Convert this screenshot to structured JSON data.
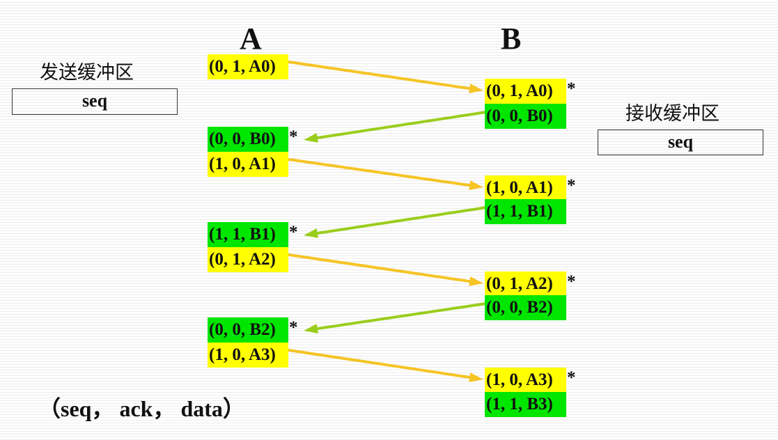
{
  "colors": {
    "seq_yellow": "#ffff00",
    "ack_green": "#00e600",
    "arrow_orange": "#f5c425",
    "arrow_lime": "#9acd1c"
  },
  "columns": {
    "a_title": "A",
    "b_title": "B"
  },
  "send_buffer": {
    "title": "发送缓冲区",
    "value": "seq"
  },
  "recv_buffer": {
    "title": "接收缓冲区",
    "value": "seq"
  },
  "a_frames": [
    {
      "text": "(0, 1, A0)",
      "kind": "data",
      "marked": false
    },
    {
      "text": "(0, 0, B0)",
      "kind": "ack",
      "marked": true
    },
    {
      "text": "(1, 0, A1)",
      "kind": "data",
      "marked": false
    },
    {
      "text": "(1, 1, B1)",
      "kind": "ack",
      "marked": true
    },
    {
      "text": "(0, 1, A2)",
      "kind": "data",
      "marked": false
    },
    {
      "text": "(0, 0, B2)",
      "kind": "ack",
      "marked": true
    },
    {
      "text": "(1, 0, A3)",
      "kind": "data",
      "marked": false
    }
  ],
  "b_frames": [
    {
      "text": "(0, 1, A0)",
      "kind": "data",
      "marked": true
    },
    {
      "text": "(0, 0, B0)",
      "kind": "ack",
      "marked": false
    },
    {
      "text": "(1, 0, A1)",
      "kind": "data",
      "marked": true
    },
    {
      "text": "(1, 1, B1)",
      "kind": "ack",
      "marked": false
    },
    {
      "text": "(0, 1, A2)",
      "kind": "data",
      "marked": true
    },
    {
      "text": "(0, 0, B2)",
      "kind": "ack",
      "marked": false
    },
    {
      "text": "(1, 0, A3)",
      "kind": "data",
      "marked": true
    },
    {
      "text": "(1, 1, B3)",
      "kind": "ack",
      "marked": false
    }
  ],
  "marker_symbol": "*",
  "arrows": [
    {
      "from": "a.0",
      "to": "b.0",
      "kind": "data"
    },
    {
      "from": "b.1",
      "to": "a.1",
      "kind": "ack"
    },
    {
      "from": "a.2",
      "to": "b.2",
      "kind": "data"
    },
    {
      "from": "b.3",
      "to": "a.3",
      "kind": "ack"
    },
    {
      "from": "a.4",
      "to": "b.4",
      "kind": "data"
    },
    {
      "from": "b.5",
      "to": "a.5",
      "kind": "ack"
    },
    {
      "from": "a.6",
      "to": "b.6",
      "kind": "data"
    }
  ],
  "format_note": "（seq， ack， data）"
}
